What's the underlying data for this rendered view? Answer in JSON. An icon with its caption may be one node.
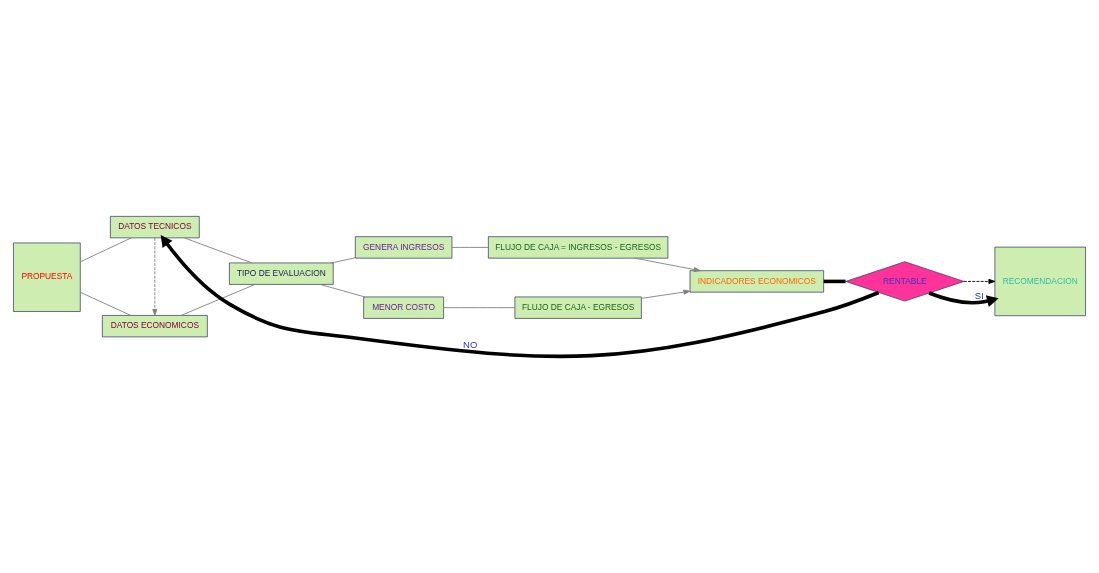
{
  "diagram": {
    "nodes": [
      {
        "text": [
          "PROPUESTA"
        ]
      },
      {
        "text": [
          "DATOS TECNICOS"
        ]
      },
      {
        "text": [
          "DATOS ECONOMICOS"
        ]
      },
      {
        "text": [
          "TIPO DE EVALUACION"
        ]
      },
      {
        "text": [
          "GENERA INGRESOS"
        ]
      },
      {
        "text": [
          "FLUJO DE CAJA = INGRESOS - EGRESOS"
        ]
      },
      {
        "text": [
          "MENOR COSTO"
        ]
      },
      {
        "text": [
          "FLUJO DE CAJA - EGRESOS"
        ]
      },
      {
        "text": [
          "INDICADORES ECONOMICOS"
        ]
      },
      {
        "text": [
          "RENTABLE"
        ]
      },
      {
        "text": [
          "RECOMENDACION"
        ]
      }
    ],
    "edges": [
      {
        "from": 0,
        "to": 1,
        "arrow": "none"
      },
      {
        "from": 0,
        "to": 2,
        "arrow": "none"
      },
      {
        "from": 1,
        "to": 2,
        "arrow": "to",
        "style": "dashed"
      },
      {
        "from": 1,
        "to": 3,
        "arrow": "none"
      },
      {
        "from": 2,
        "to": 3,
        "arrow": "none"
      },
      {
        "from": 3,
        "to": 4,
        "arrow": "none"
      },
      {
        "from": 3,
        "to": 6,
        "arrow": "none"
      },
      {
        "from": 4,
        "to": 5,
        "arrow": "none"
      },
      {
        "from": 6,
        "to": 7,
        "arrow": "none"
      },
      {
        "from": 5,
        "to": 8,
        "arrow": "to"
      },
      {
        "from": 7,
        "to": 8,
        "arrow": "to"
      },
      {
        "from": 8,
        "to": 9,
        "arrow": "none",
        "style": "thick",
        "color": "#000000"
      },
      {
        "from": 9,
        "to": 1,
        "label": "NO",
        "arrow": "to",
        "style": "thick",
        "color": "#000000"
      },
      {
        "from": 9,
        "to": 10,
        "arrow": "to",
        "style": "dashed",
        "color": "#000000"
      },
      {
        "from": 9,
        "to": 10,
        "label": "SI",
        "arrow": "to",
        "style": "thick",
        "color": "#000000"
      }
    ]
  }
}
